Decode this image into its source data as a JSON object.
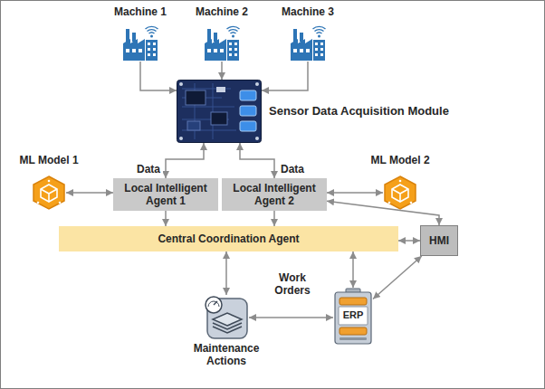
{
  "diagram": {
    "nodes": [
      {
        "text": [
          "Machine 1"
        ]
      },
      {
        "text": [
          "Machine 2"
        ]
      },
      {
        "text": [
          "Machine 3"
        ]
      },
      {
        "text": [
          "Sensor Data Acquisition Module"
        ]
      },
      {
        "text": [
          "ML Model 1"
        ]
      },
      {
        "text": [
          "Local Intelligent Agent 1"
        ]
      },
      {
        "text": [
          "Local Intelligent Agent 2"
        ]
      },
      {
        "text": [
          "ML Model 2"
        ]
      },
      {
        "text": [
          "Central Coordination Agent"
        ]
      },
      {
        "text": [
          "HMI"
        ]
      },
      {
        "text": [
          "Maintenance Actions"
        ]
      },
      {
        "text": [
          "ERP"
        ]
      }
    ],
    "edges": [
      {
        "from": 0,
        "to": 3,
        "arrow": "to"
      },
      {
        "from": 1,
        "to": 3,
        "arrow": "to"
      },
      {
        "from": 2,
        "to": 3,
        "arrow": "to"
      },
      {
        "from": 3,
        "to": 5,
        "label": "Data",
        "arrow": "both"
      },
      {
        "from": 3,
        "to": 6,
        "label": "Data",
        "arrow": "both"
      },
      {
        "from": 4,
        "to": 5,
        "arrow": "both"
      },
      {
        "from": 6,
        "to": 7,
        "arrow": "both"
      },
      {
        "from": 5,
        "to": 8,
        "arrow": "to"
      },
      {
        "from": 6,
        "to": 8,
        "arrow": "to"
      },
      {
        "from": 6,
        "to": 9,
        "arrow": "both"
      },
      {
        "from": 8,
        "to": 9,
        "arrow": "both"
      },
      {
        "from": 8,
        "to": 10,
        "arrow": "both"
      },
      {
        "from": 8,
        "to": 11,
        "arrow": "both"
      },
      {
        "from": 10,
        "to": 11,
        "label": "Work Orders",
        "arrow": "both"
      },
      {
        "from": 11,
        "to": 9,
        "arrow": "both"
      }
    ]
  }
}
